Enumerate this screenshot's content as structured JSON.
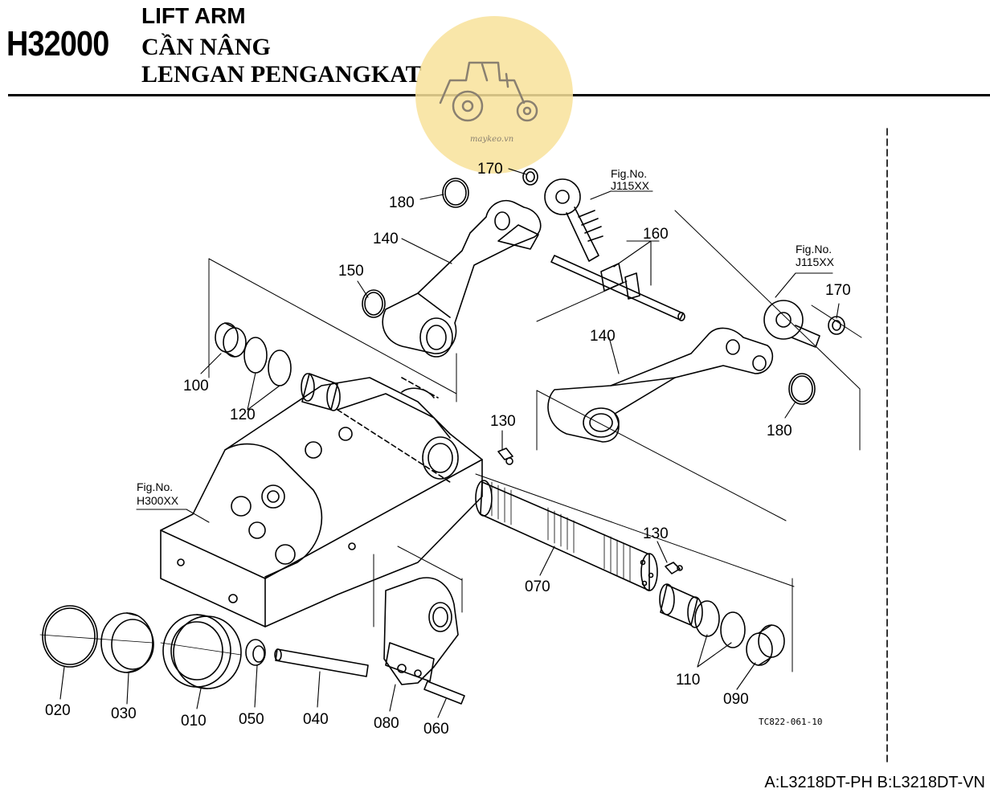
{
  "header": {
    "code": "H32000",
    "title_en": "LIFT ARM",
    "title_vi": "CẦN NÂNG",
    "title_id": "LENGAN PENGANGKAT"
  },
  "watermark": {
    "text": "maykeo.vn",
    "color": "#f5dc8a"
  },
  "parts": {
    "p010": "010",
    "p020": "020",
    "p030": "030",
    "p040": "040",
    "p050": "050",
    "p060": "060",
    "p070": "070",
    "p080": "080",
    "p090": "090",
    "p100": "100",
    "p110": "110",
    "p120": "120",
    "p130a": "130",
    "p130b": "130",
    "p140a": "140",
    "p140b": "140",
    "p150": "150",
    "p160": "160",
    "p170a": "170",
    "p170b": "170",
    "p180a": "180",
    "p180b": "180"
  },
  "figrefs": {
    "fig_a_line1": "Fig.No.",
    "fig_a_line2": "J115XX",
    "fig_b_line1": "Fig.No.",
    "fig_b_line2": "J115XX",
    "fig_c_line1": "Fig.No.",
    "fig_c_line2": "H300XX"
  },
  "drawing_code": "TC822-061-10",
  "footer": {
    "models": "A:L3218DT-PH B:L3218DT-VN"
  }
}
